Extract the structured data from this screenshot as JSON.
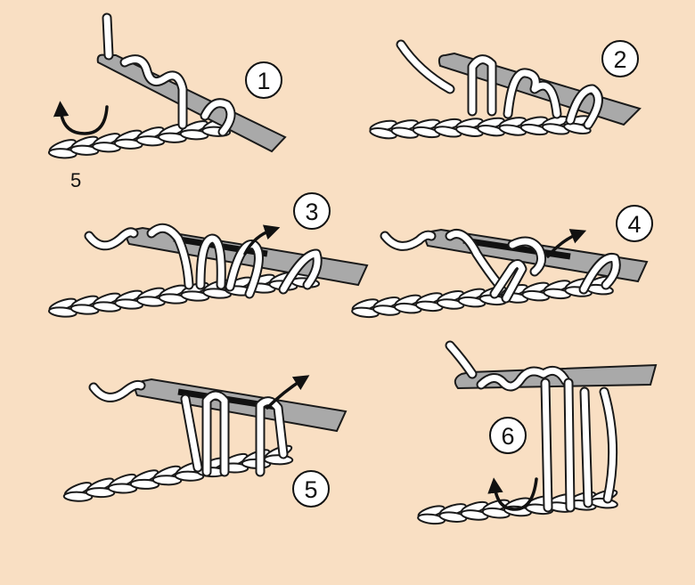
{
  "steps": [
    {
      "label": "1"
    },
    {
      "label": "2"
    },
    {
      "label": "3"
    },
    {
      "label": "4"
    },
    {
      "label": "5"
    },
    {
      "label": "6"
    }
  ],
  "chain_count_label": "5",
  "colors": {
    "background": "#f9dfc3",
    "hook": "#a9a9a9",
    "yarn": "#ffffff",
    "outline": "#1a1a1a"
  }
}
